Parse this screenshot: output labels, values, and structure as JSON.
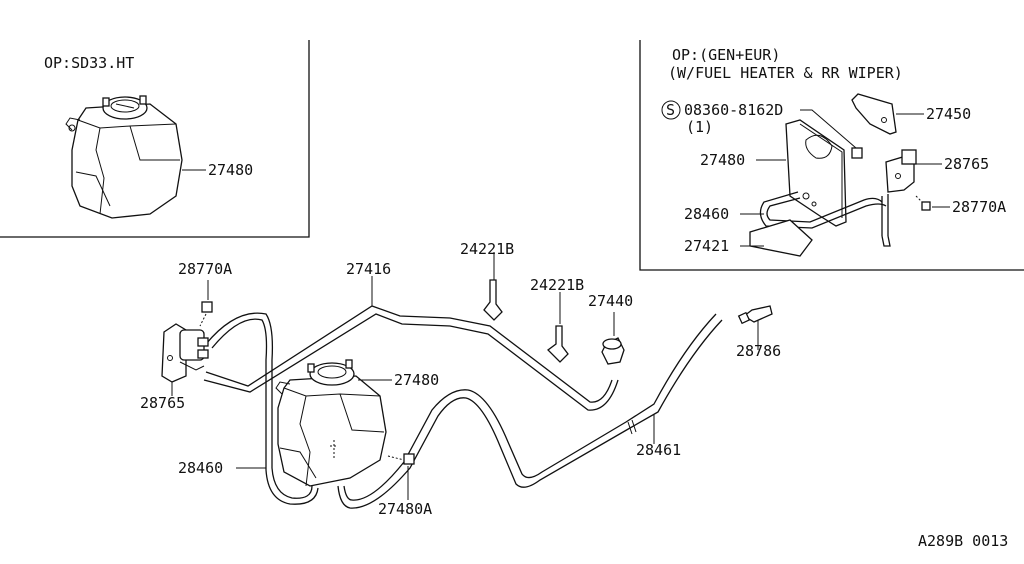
{
  "left_inset": {
    "option_label": "OP:SD33.HT",
    "part_label": "27480"
  },
  "right_inset": {
    "option_label": "OP:(GEN+EUR)",
    "option_detail": "(W/FUEL HEATER & RR WIPER)",
    "screw_symbol": "S",
    "screw_part": "08360-8162D",
    "screw_qty": "(1)",
    "labels": {
      "bracket": "27450",
      "tank": "27480",
      "motor": "28765",
      "hose": "28460",
      "screw": "28770A",
      "base": "27421"
    }
  },
  "main": {
    "labels": {
      "screw_top": "28770A",
      "tube_top": "27416",
      "clip_a": "24221B",
      "clip_b": "24221B",
      "check_valve": "27440",
      "tank": "27480",
      "motor": "28765",
      "nozzle": "28786",
      "hose_right": "28461",
      "hose_left": "28460",
      "tank_bolt": "27480A"
    }
  },
  "diagram_code": "A289B 0013"
}
